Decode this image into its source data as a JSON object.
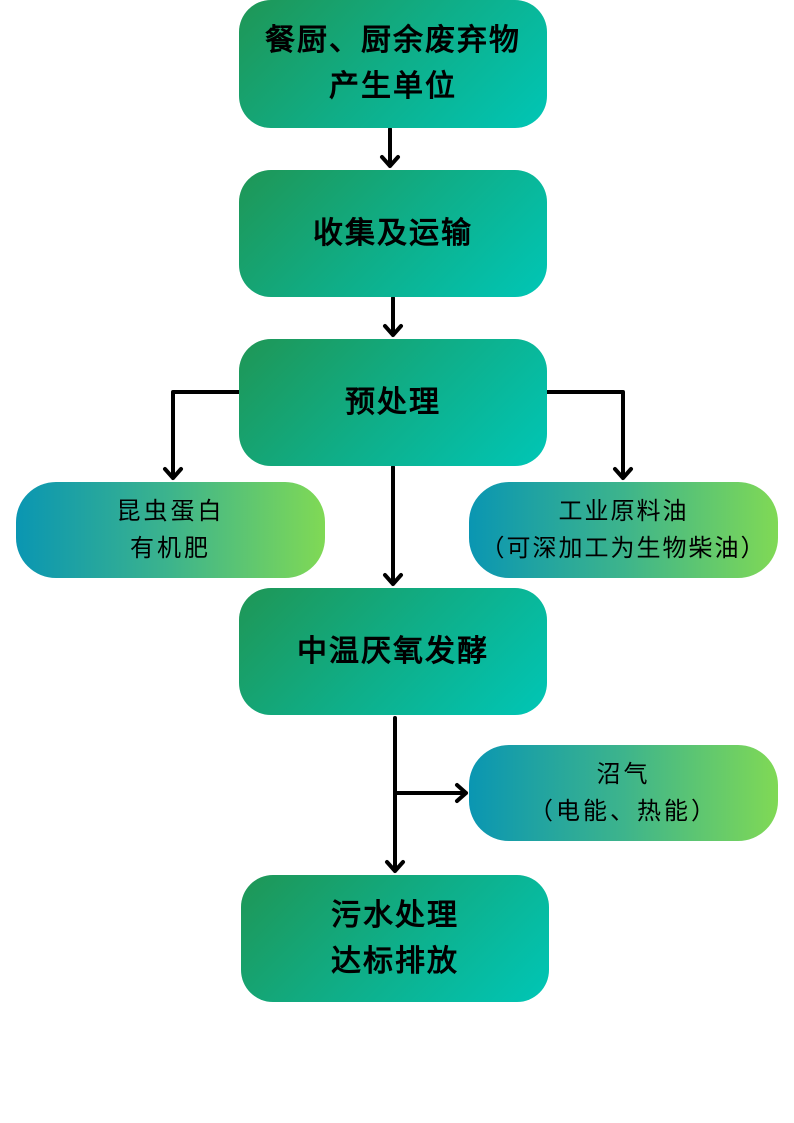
{
  "nodes": {
    "source": {
      "line1": "餐厨、厨余废弃物",
      "line2": "产生单位"
    },
    "collection": {
      "label": "收集及运输"
    },
    "pretreatment": {
      "label": "预处理"
    },
    "insect": {
      "line1": "昆虫蛋白",
      "line2": "有机肥"
    },
    "oil": {
      "line1": "工业原料油",
      "line2": "（可深加工为生物柴油）"
    },
    "fermentation": {
      "label": "中温厌氧发酵"
    },
    "biogas": {
      "line1": "沼气",
      "line2": "（电能、热能）"
    },
    "wastewater": {
      "line1": "污水处理",
      "line2": "达标排放"
    }
  },
  "colors": {
    "main_start": "#1f9655",
    "main_end": "#00c6b6",
    "side_start": "#0a96b2",
    "side_end": "#80d955",
    "arrow": "#000000"
  }
}
